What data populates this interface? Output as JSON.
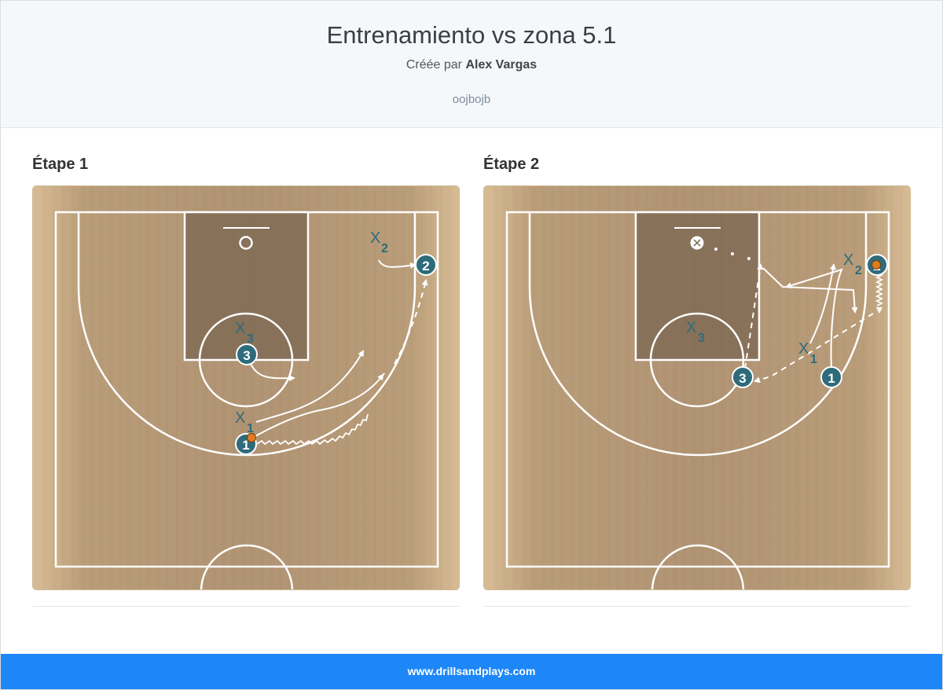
{
  "header": {
    "title": "Entrenamiento vs zona 5.1",
    "created_by_prefix": "Créée par",
    "author": "Alex Vargas",
    "code": "oojbojb"
  },
  "steps": [
    {
      "title": "Étape 1",
      "offense": [
        {
          "label": "1",
          "has_ball": true
        },
        {
          "label": "2"
        },
        {
          "label": "3"
        }
      ],
      "defense": [
        {
          "label": "X",
          "sub": "1"
        },
        {
          "label": "X",
          "sub": "2"
        },
        {
          "label": "X",
          "sub": "3"
        }
      ]
    },
    {
      "title": "Étape 2",
      "offense": [
        {
          "label": "1"
        },
        {
          "label": "2",
          "has_ball": true
        },
        {
          "label": "3"
        }
      ],
      "defense": [
        {
          "label": "X",
          "sub": "1"
        },
        {
          "label": "X",
          "sub": "2"
        },
        {
          "label": "X",
          "sub": "3"
        }
      ]
    }
  ],
  "colors": {
    "player": "#2e6b7b",
    "court_wood": "#c9ab82",
    "paint": "#7a6650",
    "footer": "#1e87f7"
  },
  "footer": {
    "url": "www.drillsandplays.com"
  }
}
